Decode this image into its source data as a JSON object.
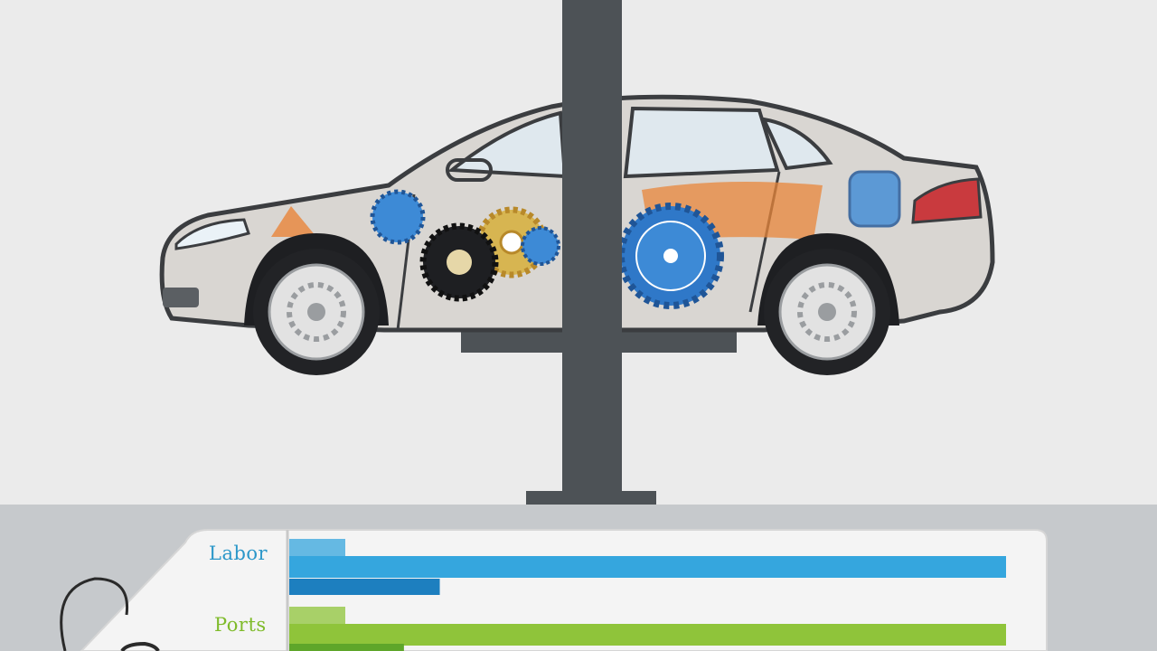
{
  "illustration": {
    "subject": "car-on-lift",
    "colors": {
      "background": "#ebebeb",
      "lift_post": "#4d5256",
      "car_body": "#d9d6d2",
      "car_outline": "#3b3d40",
      "gear_blue": "#2f78c8",
      "gear_gold": "#c9a035",
      "accent_orange": "#e8853a",
      "taillight": "#c93a3e",
      "floor": "#c6c9cc",
      "card": "#f4f4f4"
    }
  },
  "cost_chart": {
    "rows": [
      {
        "label": "Labor",
        "color": "#35a6de",
        "dark_color": "#1d7fbf",
        "main_fraction": 1.0,
        "sub_fraction": 0.21
      },
      {
        "label": "Ports",
        "color": "#8fc43a",
        "dark_color": "#5ea62a",
        "main_fraction": 1.0,
        "sub_fraction": 0.16
      }
    ]
  }
}
